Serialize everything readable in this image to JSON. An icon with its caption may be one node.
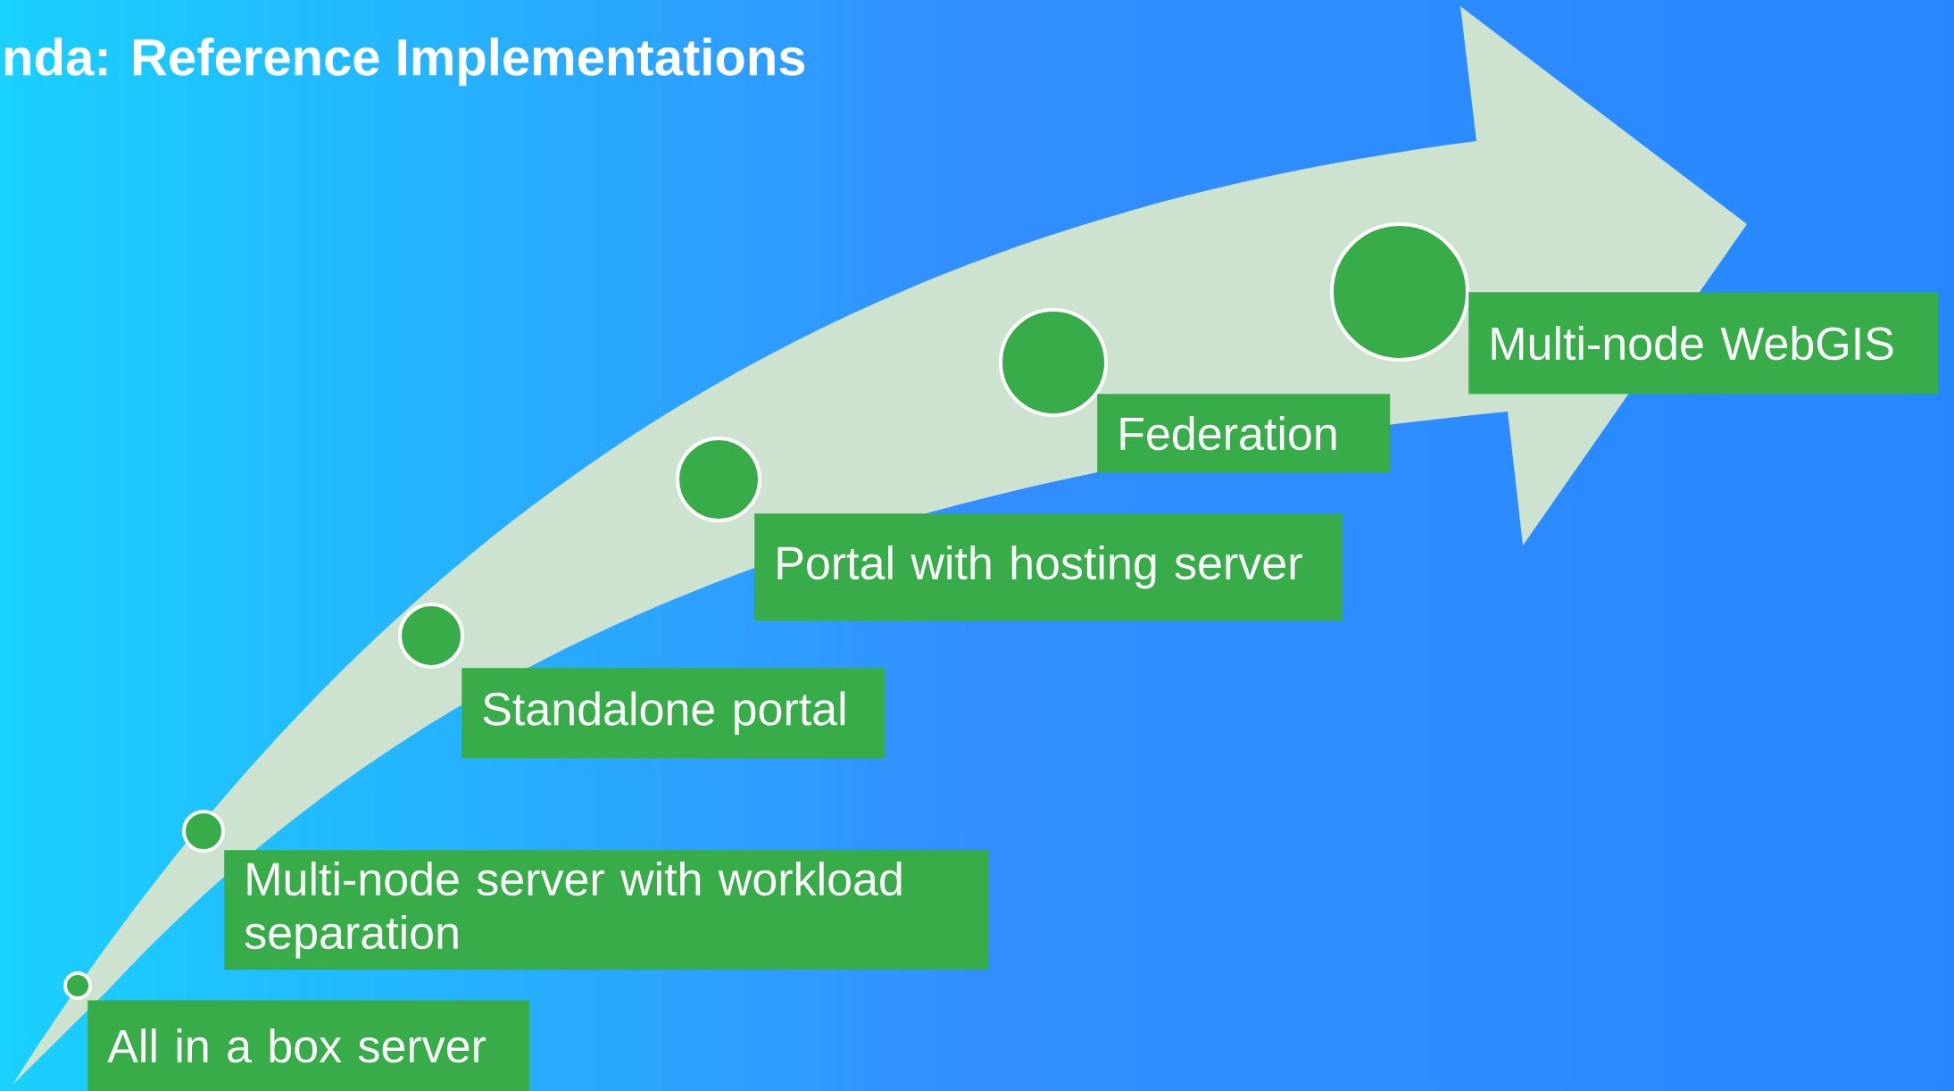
{
  "diagram": {
    "title": "nda: Reference Implementations",
    "nodes": [
      {
        "text": [],
        "shape": "circle"
      },
      {
        "text": [],
        "shape": "circle"
      },
      {
        "text": [],
        "shape": "circle"
      },
      {
        "text": [],
        "shape": "circle"
      },
      {
        "text": [],
        "shape": "circle"
      },
      {
        "text": [],
        "shape": "circle"
      },
      {
        "text": [
          "All in a box server"
        ]
      },
      {
        "text": [
          "Multi-node server with workload separation"
        ]
      },
      {
        "text": [
          "Standalone portal"
        ]
      },
      {
        "text": [
          "Portal with hosting server"
        ]
      },
      {
        "text": [
          "Federation"
        ]
      },
      {
        "text": [
          "Multi-node WebGIS"
        ]
      }
    ],
    "edges": []
  }
}
